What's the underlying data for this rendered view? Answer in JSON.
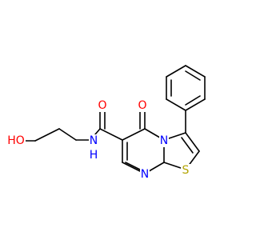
{
  "molecule": {
    "labels": {
      "hydroxyl": "HO",
      "amide_nitrogen": "N",
      "amide_hydrogen": "H",
      "amide_oxygen": "O",
      "ketone_oxygen": "O",
      "ring_nitrogen_bridge": "N",
      "ring_nitrogen_lower": "N",
      "ring_sulfur": "S"
    },
    "colors": {
      "bond": "#000000",
      "oxygen": "#ff0000",
      "nitrogen": "#0000ff",
      "sulfur": "#b2a300",
      "hydrogen_on_hetero": "#ff0000",
      "nitrogen_hydrogen": "#0000ff"
    }
  }
}
